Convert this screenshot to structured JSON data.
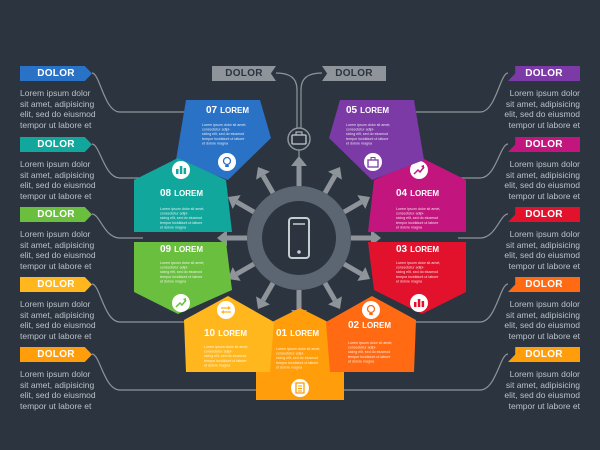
{
  "colors": {
    "background": "#2c3440",
    "connector": "#8e949a",
    "hub": "#5b6672",
    "segments": [
      "#ff9d0a",
      "#ff6a13",
      "#e2122d",
      "#c2157e",
      "#7b3aa6",
      "#2a72c6",
      "#12a79d",
      "#6abf3f",
      "#98c931",
      "#ffb71d"
    ]
  },
  "top_tags": {
    "left": "DOLOR",
    "right": "DOLOR"
  },
  "side_items": [
    {
      "side": "left",
      "tag": "DOLOR",
      "color": "#2a72c6",
      "lines": [
        "Lorem ipsum dolor",
        "sit amet, adipisicing",
        "elit, sed do eiusmod",
        "tempor ut labore et"
      ]
    },
    {
      "side": "left",
      "tag": "DOLOR",
      "color": "#12a79d",
      "lines": [
        "Lorem ipsum dolor",
        "sit amet, adipisicing",
        "elit, sed do eiusmod",
        "tempor ut labore et"
      ]
    },
    {
      "side": "left",
      "tag": "DOLOR",
      "color": "#6abf3f",
      "lines": [
        "Lorem ipsum dolor",
        "sit amet, adipisicing",
        "elit, sed do eiusmod",
        "tempor ut labore et"
      ]
    },
    {
      "side": "left",
      "tag": "DOLOR",
      "color": "#ffb71d",
      "lines": [
        "Lorem ipsum dolor",
        "sit amet, adipisicing",
        "elit, sed do eiusmod",
        "tempor ut labore et"
      ]
    },
    {
      "side": "left",
      "tag": "DOLOR",
      "color": "#ff9d0a",
      "lines": [
        "Lorem ipsum dolor",
        "sit amet, adipisicing",
        "elit, sed do eiusmod",
        "tempor ut labore et"
      ]
    },
    {
      "side": "right",
      "tag": "DOLOR",
      "color": "#7b3aa6",
      "lines": [
        "Lorem ipsum dolor",
        "sit amet, adipisicing",
        "elit, sed do eiusmod",
        "tempor ut labore et"
      ]
    },
    {
      "side": "right",
      "tag": "DOLOR",
      "color": "#c2157e",
      "lines": [
        "Lorem ipsum dolor",
        "sit amet, adipisicing",
        "elit, sed do eiusmod",
        "tempor ut labore et"
      ]
    },
    {
      "side": "right",
      "tag": "DOLOR",
      "color": "#e2122d",
      "lines": [
        "Lorem ipsum dolor",
        "sit amet, adipisicing",
        "elit, sed do eiusmod",
        "tempor ut labore et"
      ]
    },
    {
      "side": "right",
      "tag": "DOLOR",
      "color": "#ff6a13",
      "lines": [
        "Lorem ipsum dolor",
        "sit amet, adipisicing",
        "elit, sed do eiusmod",
        "tempor ut labore et"
      ]
    },
    {
      "side": "right",
      "tag": "DOLOR",
      "color": "#ff9d0a",
      "lines": [
        "Lorem ipsum dolor",
        "sit amet, adipisicing",
        "elit, sed do eiusmod",
        "tempor ut labore et"
      ]
    }
  ],
  "segments": [
    {
      "number": "01",
      "title": "LOREM",
      "color": "#ff9d0a",
      "icon": "document-icon",
      "lines": [
        "Lorem ipsum dolor sit amet,",
        "consectetur adipi-",
        "sicing elit, sed do eiusmod",
        "tempor incididunt ut labore",
        "et dolore magna"
      ]
    },
    {
      "number": "02",
      "title": "LOREM",
      "color": "#ff6a13",
      "icon": "lightbulb-icon",
      "lines": [
        "Lorem ipsum dolor sit amet,",
        "consectetur adipi-",
        "sicing elit, sed do eiusmod",
        "tempor incididunt ut labore",
        "et dolore magna"
      ]
    },
    {
      "number": "03",
      "title": "LOREM",
      "color": "#e2122d",
      "icon": "bar-chart-icon",
      "lines": [
        "Lorem ipsum dolor sit amet,",
        "consectetur adipi-",
        "sicing elit, sed do eiusmod",
        "tempor incididunt ut labore",
        "et dolore magna"
      ]
    },
    {
      "number": "04",
      "title": "LOREM",
      "color": "#c2157e",
      "icon": "trend-chart-icon",
      "lines": [
        "Lorem ipsum dolor sit amet,",
        "consectetur adipi-",
        "sicing elit, sed do eiusmod",
        "tempor incididunt ut labore",
        "et dolore magna"
      ]
    },
    {
      "number": "05",
      "title": "LOREM",
      "color": "#7b3aa6",
      "icon": "briefcase-icon",
      "lines": [
        "Lorem ipsum dolor sit amet,",
        "consectetur adipi-",
        "sicing elit, sed do eiusmod",
        "tempor incididunt ut labore",
        "et dolore magna"
      ]
    },
    {
      "number": "07",
      "title": "LOREM",
      "color": "#2a72c6",
      "icon": "lightbulb-icon",
      "lines": [
        "Lorem ipsum dolor sit amet,",
        "consectetur adipi-",
        "sicing elit, sed do eiusmod",
        "tempor incididunt ut labore",
        "et dolore magna"
      ]
    },
    {
      "number": "08",
      "title": "LOREM",
      "color": "#12a79d",
      "icon": "bar-chart-icon",
      "lines": [
        "Lorem ipsum dolor sit amet,",
        "consectetur adipi-",
        "sicing elit, sed do eiusmod",
        "tempor incididunt ut labore",
        "et dolore magna"
      ]
    },
    {
      "number": "09",
      "title": "LOREM",
      "color": "#6abf3f",
      "icon": "trend-chart-icon",
      "lines": [
        "Lorem ipsum dolor sit amet,",
        "consectetur adipi-",
        "sicing elit, sed do eiusmod",
        "tempor incididunt ut labore",
        "et dolore magna"
      ]
    },
    {
      "number": "10",
      "title": "LOREM",
      "color": "#ffb71d",
      "icon": "swap-arrows-icon",
      "lines": [
        "Lorem ipsum dolor sit amet,",
        "consectetur adipi-",
        "sicing elit, sed do eiusmod",
        "tempor incididunt ut labore",
        "et dolore magna"
      ]
    }
  ],
  "hub": {
    "icon": "smartphone-icon",
    "top_icon": "briefcase-icon"
  }
}
